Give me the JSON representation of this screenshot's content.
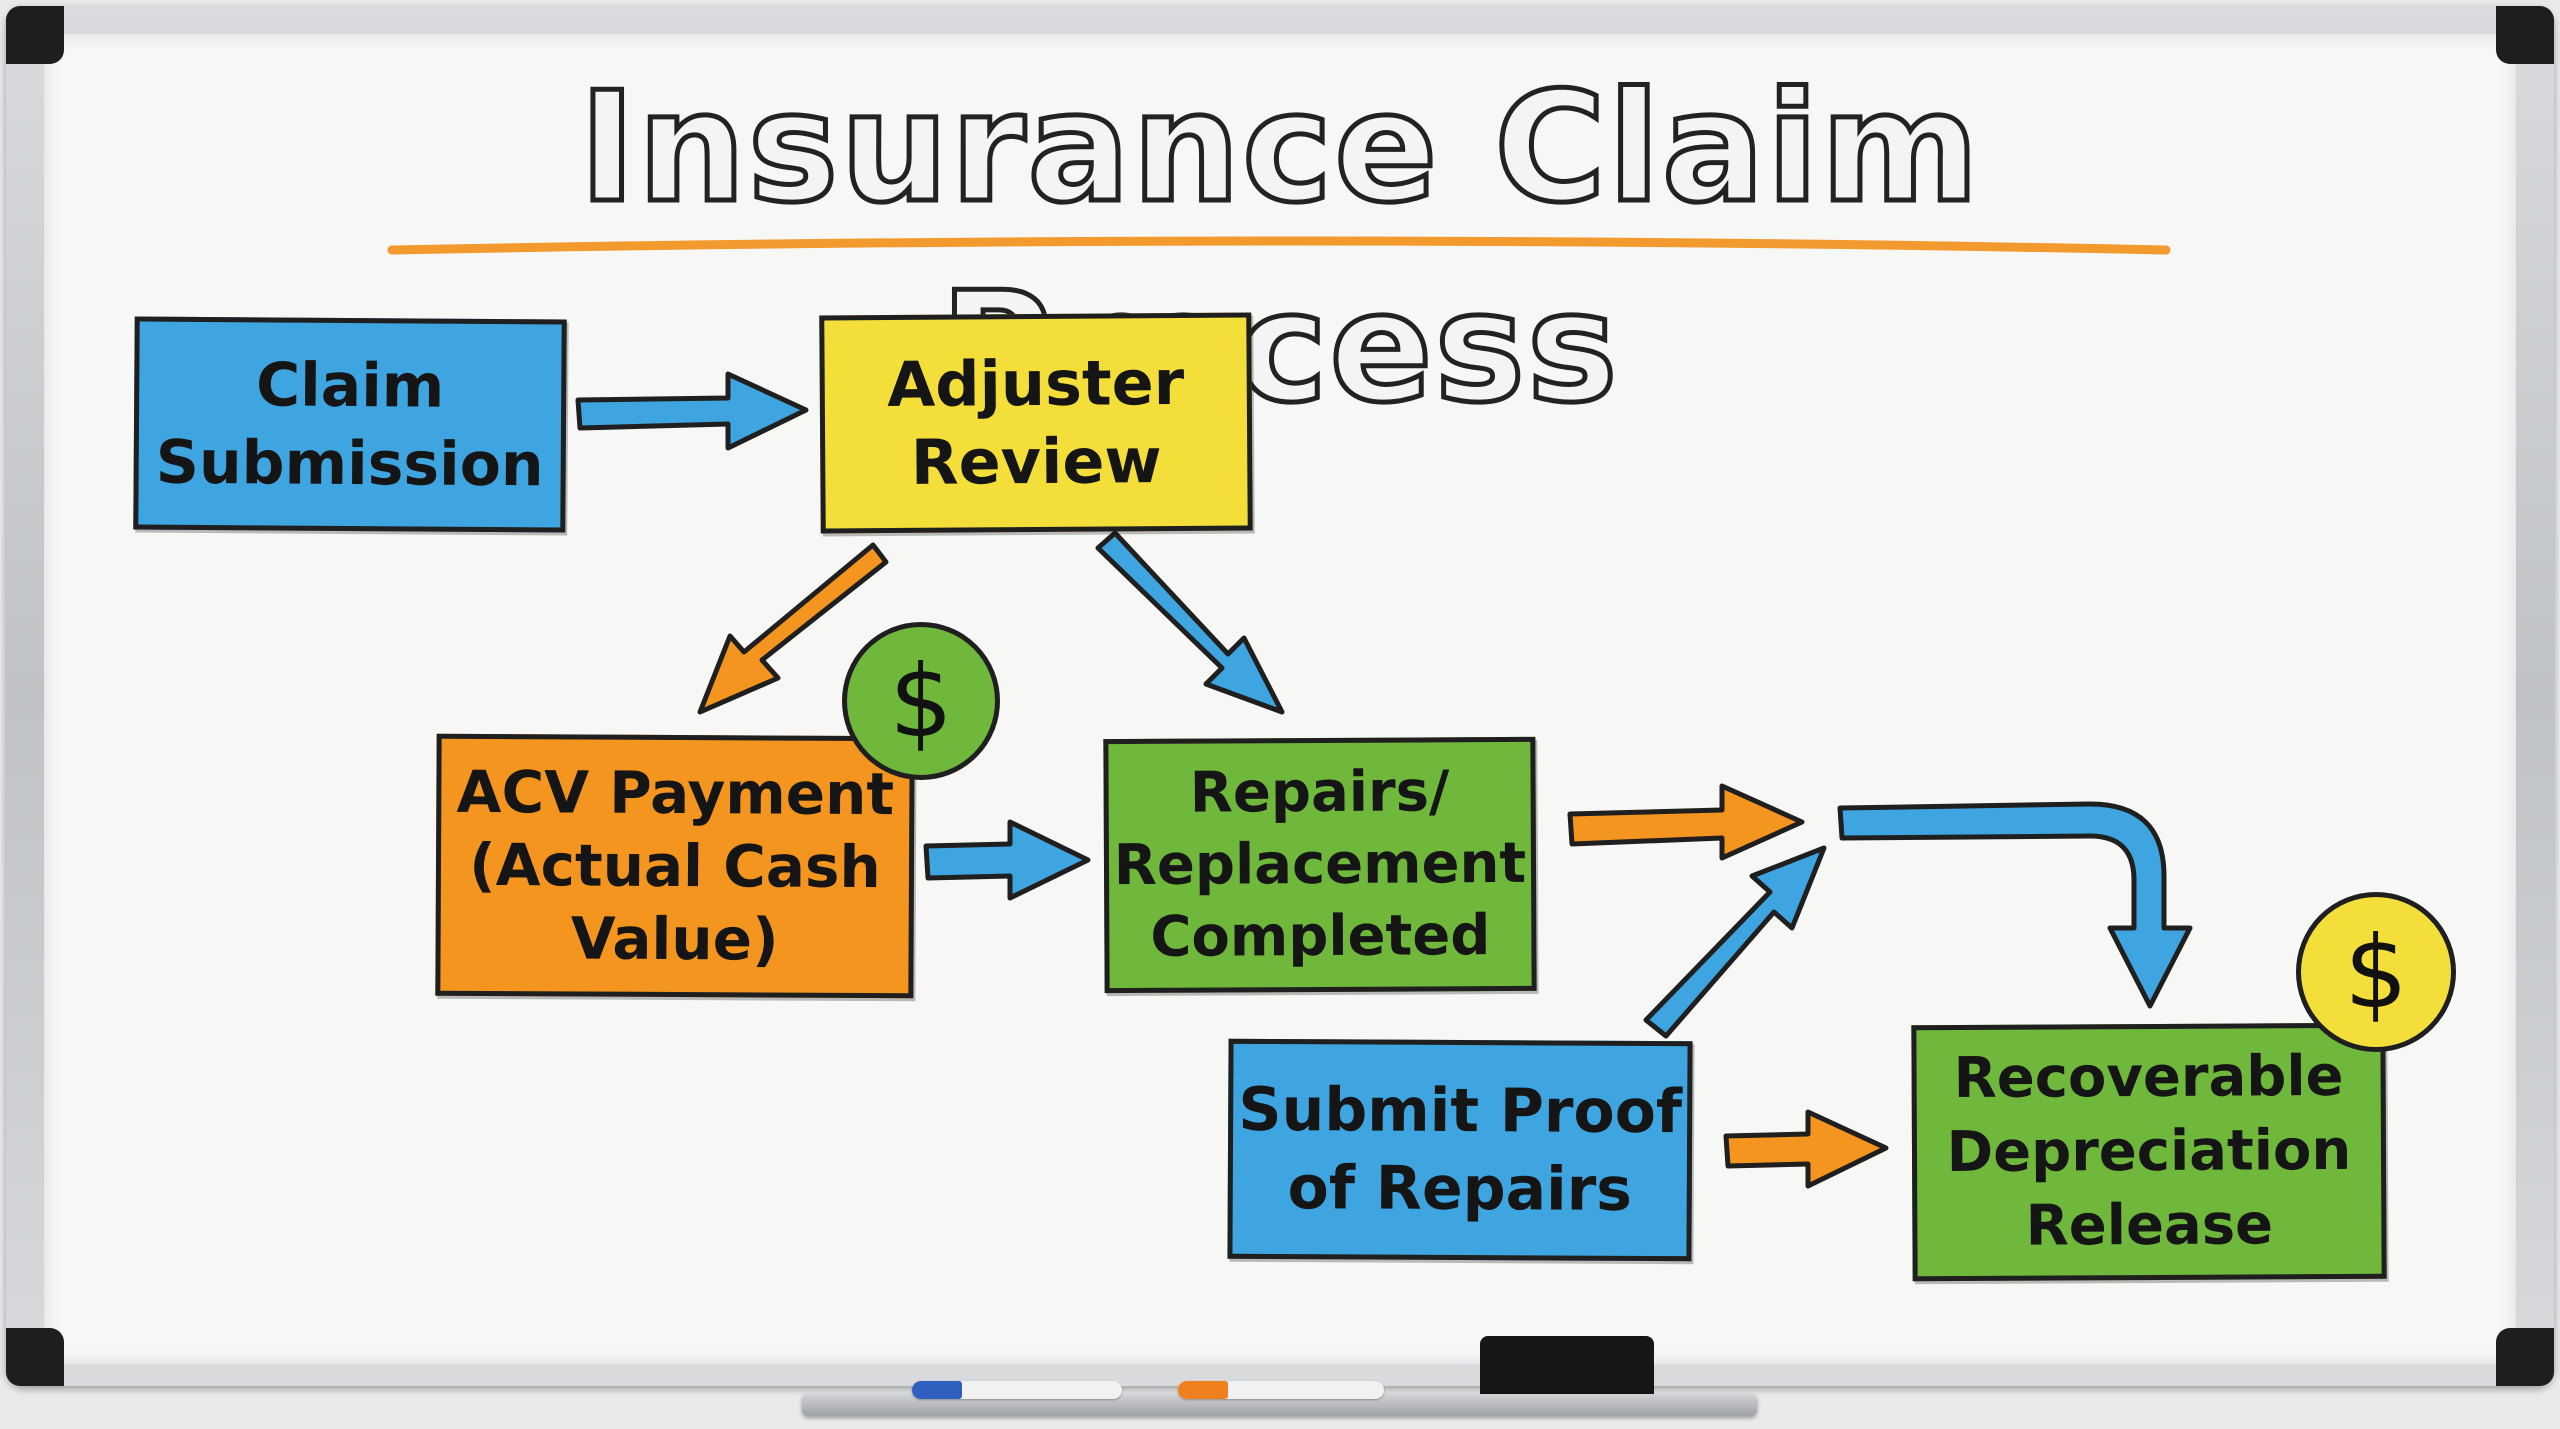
{
  "title": "Insurance Claim Process",
  "colors": {
    "blue": "#3ea5e0",
    "yellow": "#f4df3a",
    "orange": "#f4951f",
    "green": "#6fb83c",
    "underline": "#f29a2e"
  },
  "steps": {
    "claim_submission": "Claim\nSubmission",
    "adjuster_review": "Adjuster\nReview",
    "acv_payment": "ACV Payment\n(Actual Cash\nValue)",
    "repairs_completed": "Repairs/\nReplacement\nCompleted",
    "submit_proof": "Submit Proof\nof Repairs",
    "depreciation_release": "Recoverable\nDepreciation\nRelease"
  },
  "icons": {
    "dollar_1": "$",
    "dollar_2": "$"
  },
  "marker_colors": {
    "blue": "#2f5fbf",
    "orange": "#f07f1e"
  }
}
